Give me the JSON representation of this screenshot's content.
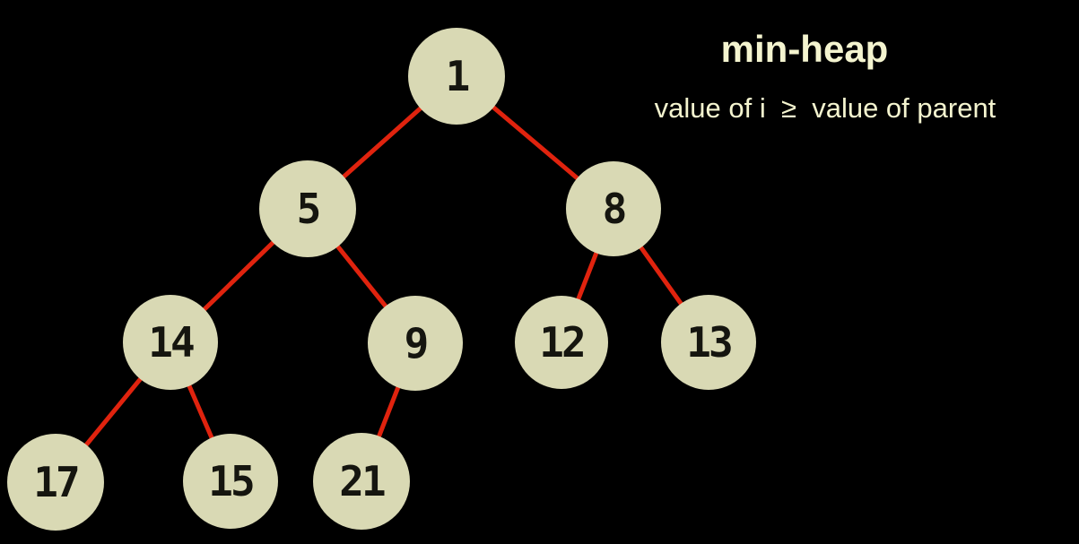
{
  "diagram": {
    "title": "min-heap",
    "subtitle": "value of i  ≥  value of parent",
    "tree": {
      "type": "binary-tree",
      "nodes": [
        {
          "value": "1",
          "parent": null
        },
        {
          "value": "5",
          "parent": "1"
        },
        {
          "value": "8",
          "parent": "1"
        },
        {
          "value": "14",
          "parent": "5"
        },
        {
          "value": "9",
          "parent": "5"
        },
        {
          "value": "12",
          "parent": "8"
        },
        {
          "value": "13",
          "parent": "8"
        },
        {
          "value": "17",
          "parent": "14"
        },
        {
          "value": "15",
          "parent": "14"
        },
        {
          "value": "21",
          "parent": "9"
        }
      ],
      "edges": [
        [
          "1",
          "5"
        ],
        [
          "1",
          "8"
        ],
        [
          "5",
          "14"
        ],
        [
          "5",
          "9"
        ],
        [
          "8",
          "12"
        ],
        [
          "8",
          "13"
        ],
        [
          "14",
          "17"
        ],
        [
          "14",
          "15"
        ],
        [
          "9",
          "21"
        ]
      ]
    },
    "colors": {
      "background": "#000000",
      "node_fill": "#d9d9b4",
      "node_text": "#15150f",
      "edge": "#e0230e",
      "heading_text": "#f4f4cf"
    }
  }
}
